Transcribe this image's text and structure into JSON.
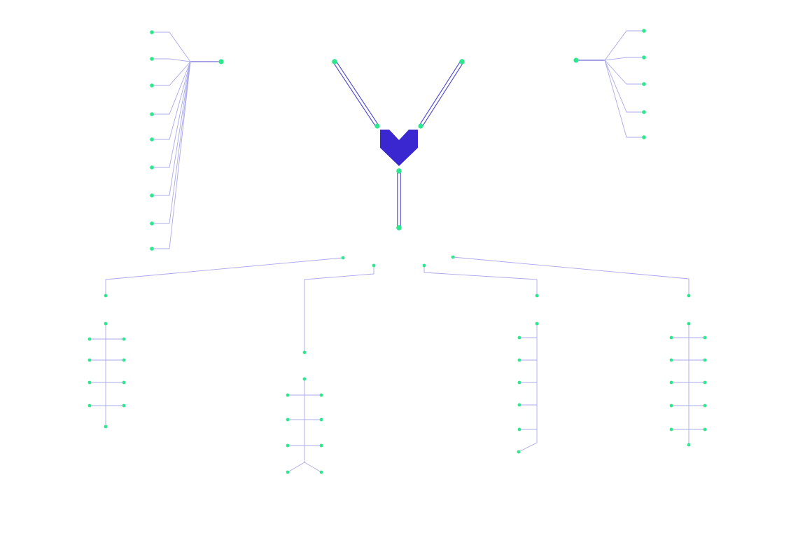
{
  "colors": {
    "background": "#ffffff",
    "node": "#2ee68d",
    "wire": "#aaa8ea",
    "wire_dark": "#4a43cf",
    "hub": "#3a27cf"
  },
  "hub": {
    "shape": "heart",
    "color": "#3a27cf"
  },
  "nodes": {
    "port_count": 3,
    "top_left_fan_leaves": 9,
    "top_right_fan_leaves": 5,
    "bottom_trees": [
      {
        "id": "tree-1",
        "rungs": 4
      },
      {
        "id": "tree-2",
        "rungs": 3,
        "fork": true
      },
      {
        "id": "tree-3",
        "rungs": 6,
        "one_sided": true
      },
      {
        "id": "tree-4",
        "rungs": 5
      }
    ]
  }
}
